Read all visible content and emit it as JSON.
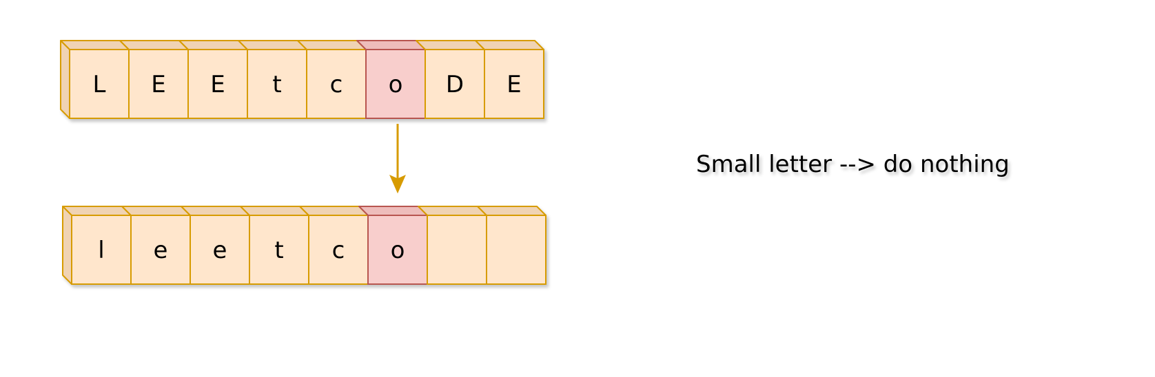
{
  "top_row": {
    "cells": [
      "L",
      "E",
      "E",
      "t",
      "c",
      "o",
      "D",
      "E"
    ],
    "highlight_index": 5
  },
  "bottom_row": {
    "cells": [
      "l",
      "e",
      "e",
      "t",
      "c",
      "o",
      "",
      ""
    ],
    "highlight_index": 5
  },
  "caption": "Small letter --> do nothing",
  "colors": {
    "cell_fill": "#ffe6cc",
    "cell_side": "#f0d3b3",
    "cell_stroke": "#d79b00",
    "highlight_fill": "#f8cecc",
    "highlight_side": "#eebdbb",
    "highlight_stroke": "#b85450",
    "arrow": "#d79b00"
  }
}
